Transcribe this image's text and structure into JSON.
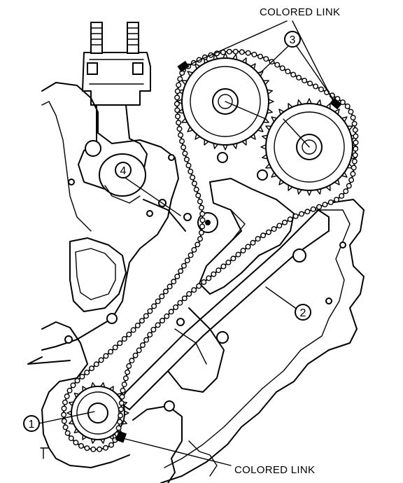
{
  "labels": {
    "colored_link_top": "COLORED LINK",
    "colored_link_bottom": "COLORED LINK"
  },
  "callouts": [
    {
      "id": "1",
      "text": "1"
    },
    {
      "id": "2",
      "text": "2"
    },
    {
      "id": "3",
      "text": "3"
    },
    {
      "id": "4",
      "text": "4"
    }
  ],
  "colors": {
    "line": "#000000",
    "background": "#ffffff"
  }
}
